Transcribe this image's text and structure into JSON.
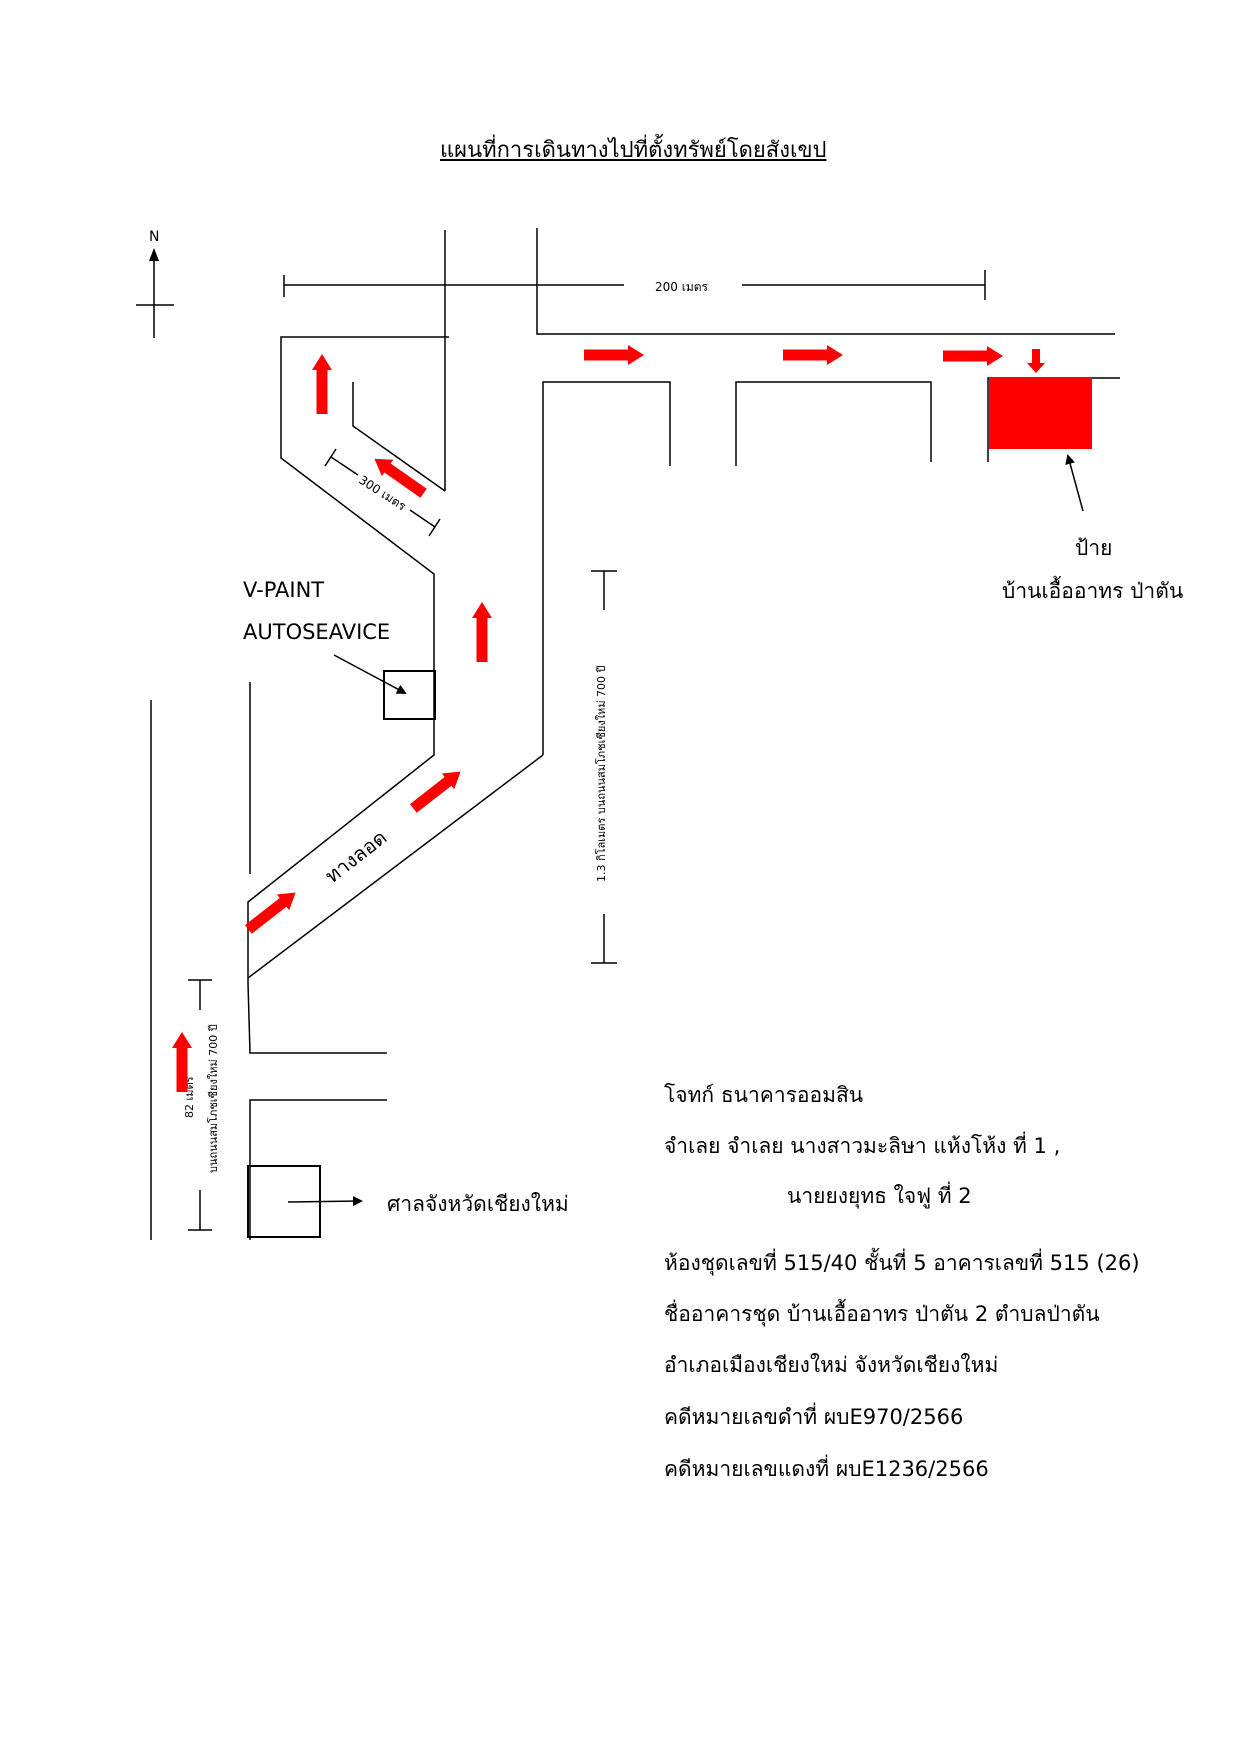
{
  "title": "แผนที่การเดินทางไปที่ตั้งทรัพย์โดยสังเขป",
  "compass": {
    "label": "N"
  },
  "colors": {
    "route": "#ff0000",
    "road": "#000000"
  },
  "map": {
    "distance_top": "200 เมตร",
    "distance_diag": "300 เมตร",
    "distance_right": "1.3 กิโลเมตร บนถนนสมโภชเชียงใหม่ 700 ปี",
    "distance_left_value": "82 เมตร",
    "distance_left_road": "บนถนนสมโภชเชียงใหม่ 700 ปี",
    "underpass": "ทางลอด",
    "landmark_line1": "V-PAINT",
    "landmark_line2": "AUTOSEAVICE",
    "court": "ศาลจังหวัดเชียงใหม่",
    "sign_line1": "ป้าย",
    "sign_line2": "บ้านเอื้ออาทร ป่าตัน"
  },
  "info": {
    "plaintiff": "โจทก์ ธนาคารออมสิน",
    "defendant1": "จำเลย จำเลย นางสาวมะลิษา  แห้งโห้ง ที่ 1 ,",
    "defendant2": "นายยงยุทธ  ใจฟู  ที่ 2",
    "unit": "ห้องชุดเลขที่ 515/40 ชั้นที่ 5 อาคารเลขที่ 515 (26)",
    "building": "ชื่ออาคารชุด บ้านเอื้ออาทร ป่าตัน 2 ตำบลป่าตัน",
    "district": "อำเภอเมืองเชียงใหม่ จังหวัดเชียงใหม่",
    "black_case": "คดีหมายเลขดำที่    ผบE970/2566",
    "red_case": "คดีหมายเลขแดงที่   ผบE1236/2566"
  }
}
